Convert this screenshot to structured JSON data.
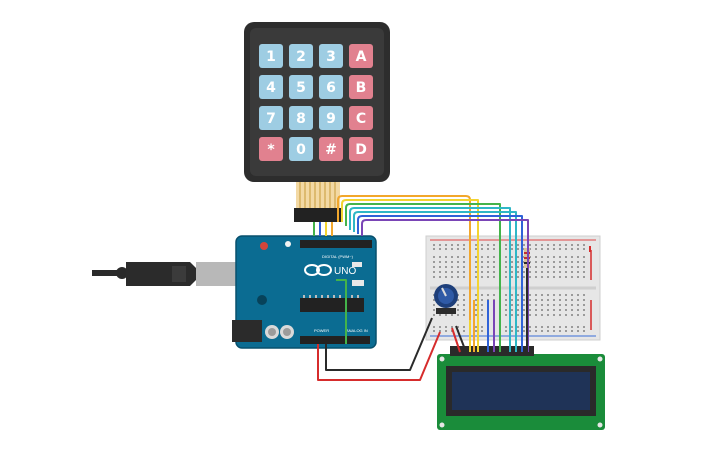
{
  "keypad": {
    "keys": [
      "1",
      "2",
      "3",
      "A",
      "4",
      "5",
      "6",
      "B",
      "7",
      "8",
      "9",
      "C",
      "*",
      "0",
      "#",
      "D"
    ],
    "digit_color": "#9ecde3",
    "letter_color": "#e1818f"
  },
  "arduino": {
    "brand": "UNO",
    "header_digital": "DIGITAL (PWM~)",
    "power_label": "POWER",
    "analog_label": "ANALOG IN",
    "board_color": "#0b6c92"
  },
  "lcd": {
    "board_color": "#1a8c3a",
    "screen_color": "#1f3357"
  },
  "wire_colors": {
    "orange": "#f2a72c",
    "yellow": "#f3d430",
    "green": "#44b34a",
    "teal": "#2fb7c6",
    "blue": "#2f62d8",
    "purple": "#7a45b6",
    "red": "#d62c2c",
    "black": "#2a2a2a"
  }
}
